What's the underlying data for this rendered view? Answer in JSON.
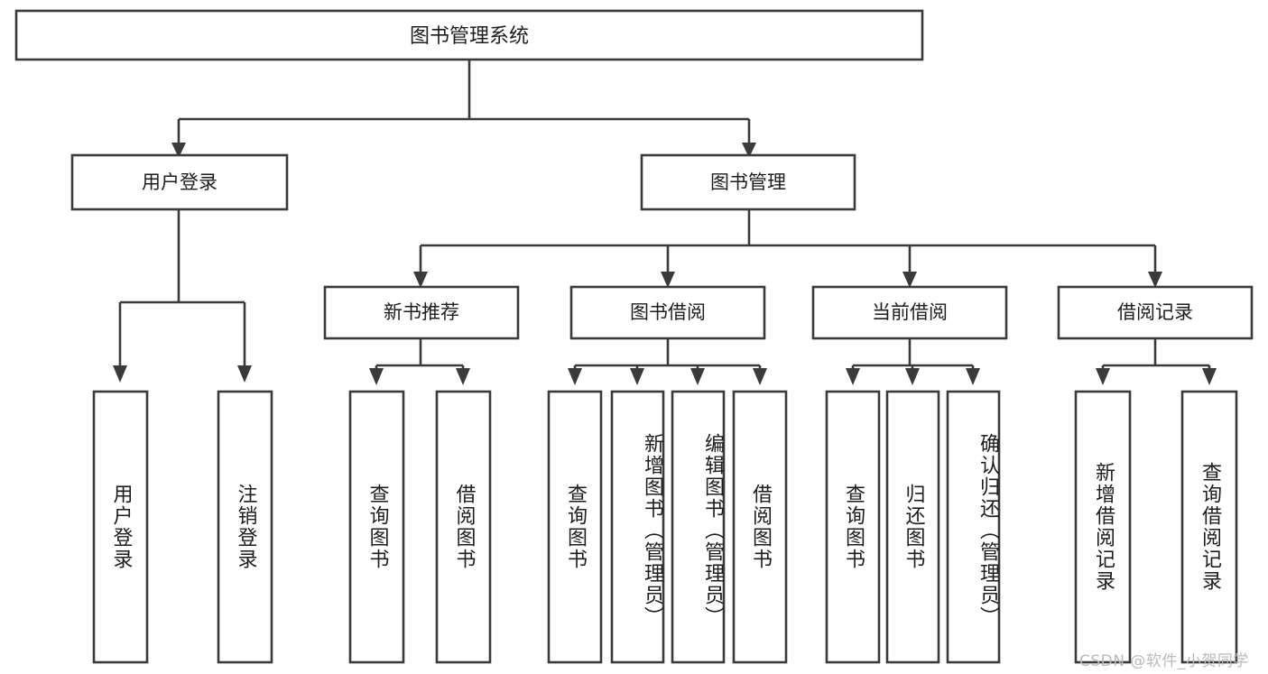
{
  "diagram": {
    "title": "图书管理系统",
    "type": "tree-hierarchy",
    "root": {
      "id": "root",
      "label": "图书管理系统",
      "orientation": "horizontal"
    },
    "level1": [
      {
        "id": "user-login",
        "label": "用户登录",
        "orientation": "horizontal"
      },
      {
        "id": "book-management",
        "label": "图书管理",
        "orientation": "horizontal"
      }
    ],
    "level2": [
      {
        "id": "new-book-recommend",
        "label": "新书推荐",
        "orientation": "horizontal",
        "parent": "book-management"
      },
      {
        "id": "book-borrow",
        "label": "图书借阅",
        "orientation": "horizontal",
        "parent": "book-management"
      },
      {
        "id": "current-borrow",
        "label": "当前借阅",
        "orientation": "horizontal",
        "parent": "book-management"
      },
      {
        "id": "borrow-record",
        "label": "借阅记录",
        "orientation": "horizontal",
        "parent": "book-management"
      }
    ],
    "leaves": [
      {
        "id": "leaf-user-login",
        "label": "用户登录",
        "parent": "user-login",
        "orientation": "vertical"
      },
      {
        "id": "leaf-user-logout",
        "label": "注销登录",
        "parent": "user-login",
        "orientation": "vertical"
      },
      {
        "id": "leaf-query-book-1",
        "label": "查询图书",
        "parent": "new-book-recommend",
        "orientation": "vertical"
      },
      {
        "id": "leaf-borrow-book-1",
        "label": "借阅图书",
        "parent": "new-book-recommend",
        "orientation": "vertical"
      },
      {
        "id": "leaf-query-book-2",
        "label": "查询图书",
        "parent": "book-borrow",
        "orientation": "vertical"
      },
      {
        "id": "leaf-add-book",
        "label": "新增图书（管理员）",
        "parent": "book-borrow",
        "orientation": "vertical"
      },
      {
        "id": "leaf-edit-book",
        "label": "编辑图书（管理员）",
        "parent": "book-borrow",
        "orientation": "vertical"
      },
      {
        "id": "leaf-borrow-book-2",
        "label": "借阅图书",
        "parent": "book-borrow",
        "orientation": "vertical"
      },
      {
        "id": "leaf-query-book-3",
        "label": "查询图书",
        "parent": "current-borrow",
        "orientation": "vertical"
      },
      {
        "id": "leaf-return-book",
        "label": "归还图书",
        "parent": "current-borrow",
        "orientation": "vertical"
      },
      {
        "id": "leaf-confirm-return",
        "label": "确认归还（管理员）",
        "parent": "current-borrow",
        "orientation": "vertical"
      },
      {
        "id": "leaf-add-record",
        "label": "新增借阅记录",
        "parent": "borrow-record",
        "orientation": "vertical"
      },
      {
        "id": "leaf-query-record",
        "label": "查询借阅记录",
        "parent": "borrow-record",
        "orientation": "vertical"
      }
    ],
    "style": {
      "stroke_color": "#3a3a3a",
      "fill_color": "#ffffff",
      "text_color": "#1d1d1d",
      "background": "#ffffff"
    }
  },
  "watermark": {
    "text": "CSDN @软件_小贺同学",
    "color": "#b9b9b9"
  }
}
